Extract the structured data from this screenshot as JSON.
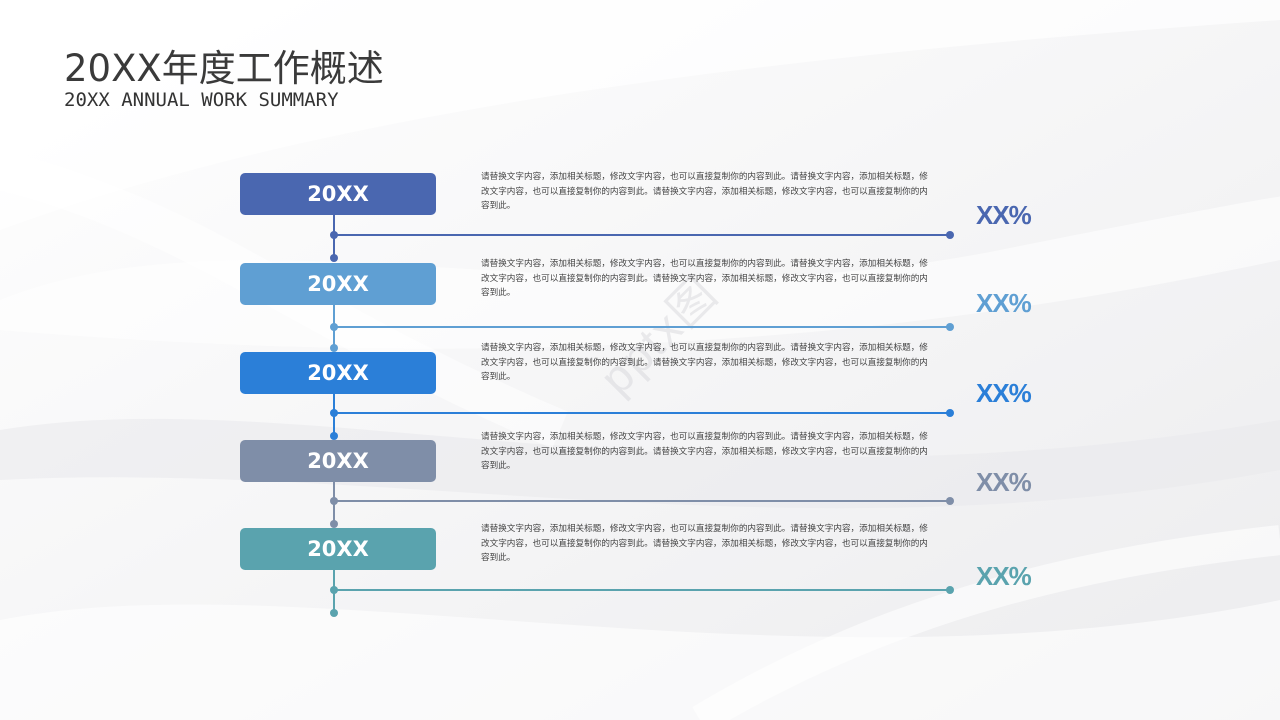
{
  "header": {
    "title": "20XX年度工作概述",
    "subtitle": "20XX ANNUAL WORK SUMMARY"
  },
  "watermark": "pptx图",
  "timeline": [
    {
      "year": "20XX",
      "color": "#4a67b0",
      "description": "请替换文字内容，添加相关标题，修改文字内容，也可以直接复制你的内容到此。请替换文字内容，添加相关标题，修改文字内容，也可以直接复制你的内容到此。请替换文字内容，添加相关标题，修改文字内容，也可以直接复制你的内容到此。",
      "percent": "XX%"
    },
    {
      "year": "20XX",
      "color": "#5f9fd3",
      "description": "请替换文字内容，添加相关标题，修改文字内容，也可以直接复制你的内容到此。请替换文字内容，添加相关标题，修改文字内容，也可以直接复制你的内容到此。请替换文字内容，添加相关标题，修改文字内容，也可以直接复制你的内容到此。",
      "percent": "XX%"
    },
    {
      "year": "20XX",
      "color": "#2b7fd8",
      "description": "请替换文字内容，添加相关标题，修改文字内容，也可以直接复制你的内容到此。请替换文字内容，添加相关标题，修改文字内容，也可以直接复制你的内容到此。请替换文字内容，添加相关标题，修改文字内容，也可以直接复制你的内容到此。",
      "percent": "XX%"
    },
    {
      "year": "20XX",
      "color": "#7f8ea8",
      "description": "请替换文字内容，添加相关标题，修改文字内容，也可以直接复制你的内容到此。请替换文字内容，添加相关标题，修改文字内容，也可以直接复制你的内容到此。请替换文字内容，添加相关标题，修改文字内容，也可以直接复制你的内容到此。",
      "percent": "XX%"
    },
    {
      "year": "20XX",
      "color": "#5aa3ae",
      "description": "请替换文字内容，添加相关标题，修改文字内容，也可以直接复制你的内容到此。请替换文字内容，添加相关标题，修改文字内容，也可以直接复制你的内容到此。请替换文字内容，添加相关标题，修改文字内容，也可以直接复制你的内容到此。",
      "percent": "XX%"
    }
  ]
}
